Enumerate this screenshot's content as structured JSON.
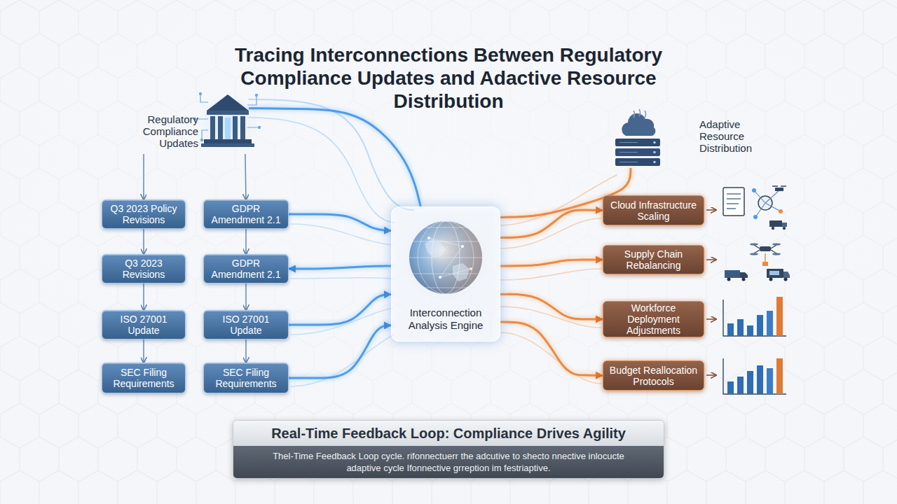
{
  "diagram": {
    "title": "Tracing Interconnections Between Regulatory Compliance Updates and Adactive Resource Distribution",
    "nodes": [
      {
        "text": [
          "Regulatory Compliance Updates"
        ]
      },
      {
        "text": [
          "Q3 2023 Policy Revisions"
        ]
      },
      {
        "text": [
          "GDPR Amendment 2.1"
        ]
      },
      {
        "text": [
          "Q3 2023 Revisions"
        ]
      },
      {
        "text": [
          "GDPR Amendment 2.1"
        ]
      },
      {
        "text": [
          "ISO 27001 Update"
        ]
      },
      {
        "text": [
          "ISO 27001 Update"
        ]
      },
      {
        "text": [
          "SEC Filing Requirements"
        ]
      },
      {
        "text": [
          "SEC Filing Requirements"
        ]
      },
      {
        "text": [
          "Interconnection Analysis Engine"
        ]
      },
      {
        "text": [
          "Adaptive Resource Distribution"
        ]
      },
      {
        "text": [
          "Cloud Infrastructure Scaling"
        ]
      },
      {
        "text": [
          "Supply Chain Rebalancing"
        ]
      },
      {
        "text": [
          "Workforce Deployment Adjustments"
        ]
      },
      {
        "text": [
          "Budget Reallocation Protocols"
        ]
      },
      {
        "text": [
          "Real-Time Feedback Loop: Compliance Drives Agility",
          "Thel-Time Feedback Loop cycle. rifonnectuerr the adcutive to shecto nnective inlocucte adaptive cycle Ifonnective grreption im festriaptive."
        ]
      }
    ],
    "edges": [
      {
        "from": 0,
        "to": 1,
        "arrow": "to"
      },
      {
        "from": 0,
        "to": 2,
        "arrow": "to"
      },
      {
        "from": 1,
        "to": 3,
        "arrow": "to"
      },
      {
        "from": 3,
        "to": 5,
        "arrow": "to"
      },
      {
        "from": 5,
        "to": 7,
        "arrow": "to"
      },
      {
        "from": 2,
        "to": 4,
        "arrow": "to"
      },
      {
        "from": 4,
        "to": 6,
        "arrow": "to"
      },
      {
        "from": 6,
        "to": 8,
        "arrow": "to"
      },
      {
        "from": 2,
        "to": 9,
        "arrow": "to"
      },
      {
        "from": 9,
        "to": 4,
        "arrow": "to"
      },
      {
        "from": 6,
        "to": 9,
        "arrow": "to"
      },
      {
        "from": 8,
        "to": 9,
        "arrow": "to"
      },
      {
        "from": 0,
        "to": 9,
        "arrow": "none"
      },
      {
        "from": 9,
        "to": 10,
        "arrow": "none"
      },
      {
        "from": 9,
        "to": 11,
        "arrow": "to"
      },
      {
        "from": 9,
        "to": 12,
        "arrow": "to"
      },
      {
        "from": 9,
        "to": 13,
        "arrow": "to"
      },
      {
        "from": 9,
        "to": 14,
        "arrow": "to"
      }
    ]
  }
}
